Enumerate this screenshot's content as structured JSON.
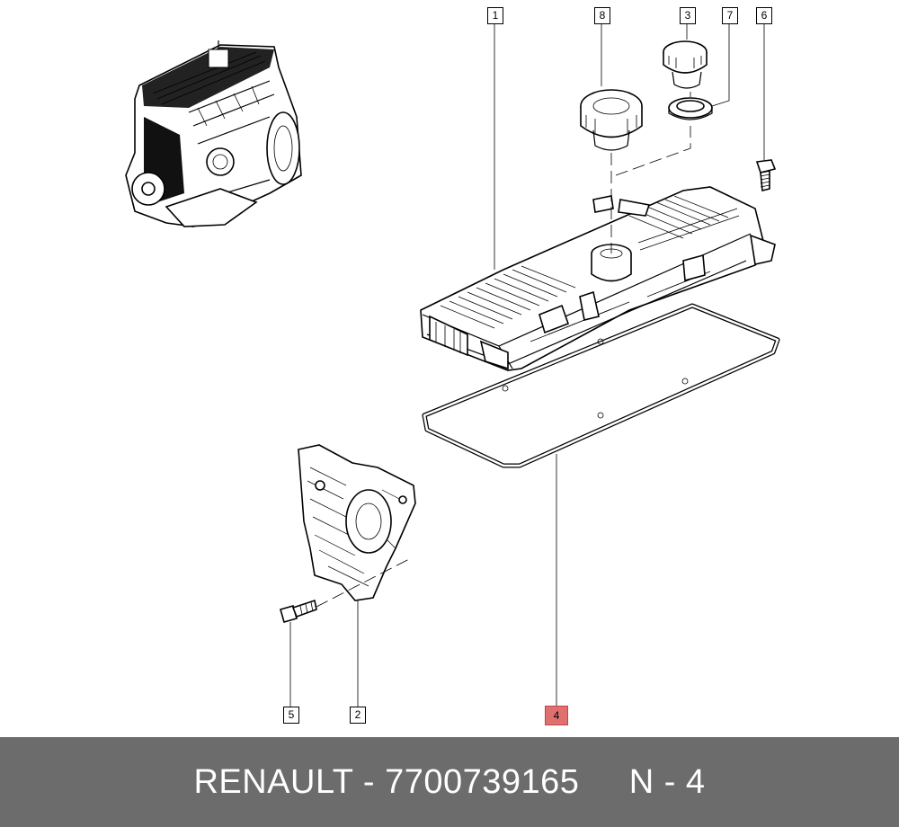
{
  "callouts": [
    {
      "id": "c1",
      "label": "1"
    },
    {
      "id": "c2",
      "label": "2"
    },
    {
      "id": "c3",
      "label": "3"
    },
    {
      "id": "c4",
      "label": "4",
      "highlighted": true
    },
    {
      "id": "c5",
      "label": "5"
    },
    {
      "id": "c6",
      "label": "6"
    },
    {
      "id": "c7",
      "label": "7"
    },
    {
      "id": "c8",
      "label": "8"
    }
  ],
  "footer": {
    "brand": "RENAULT",
    "part_number": "7700739165",
    "ref": "N - 4",
    "text": "RENAULT - 7700739165     N - 4"
  },
  "colors": {
    "footer_bg": "#6c6c6c",
    "highlight": "#e07070"
  }
}
